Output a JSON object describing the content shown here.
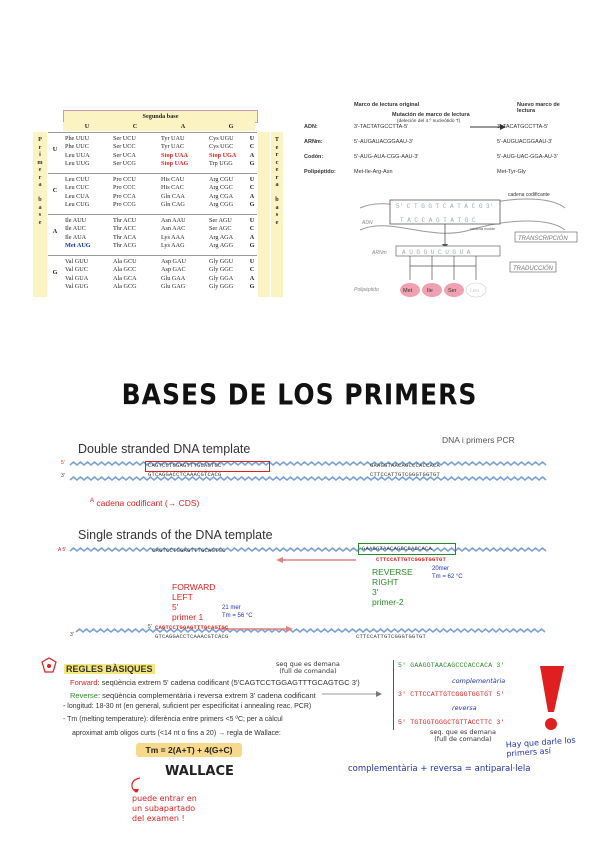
{
  "codon_table": {
    "header": "Segunda base",
    "columns": [
      "U",
      "C",
      "A",
      "G"
    ],
    "first_base_label": "Primera base",
    "third_base_label": "Tercera base",
    "row_labels": [
      "U",
      "C",
      "A",
      "G"
    ],
    "third_bases": [
      "U",
      "C",
      "A",
      "G"
    ],
    "blocks": [
      [
        [
          "Phe UUU",
          "Phe UUC",
          "Leu UUA",
          "Leu UUG"
        ],
        [
          "Ser UCU",
          "Ser UCC",
          "Ser UCA",
          "Ser UCG"
        ],
        [
          "Tyr UAU",
          "Tyr UAC",
          "Stop UAA",
          "Stop UAG"
        ],
        [
          "Cys UGU",
          "Cys UGC",
          "Stop UGA",
          "Trp UGG"
        ]
      ],
      [
        [
          "Leu CUU",
          "Leu CUC",
          "Leu CUA",
          "Leu CUG"
        ],
        [
          "Pro CCU",
          "Pro CCC",
          "Pro CCA",
          "Pro CCG"
        ],
        [
          "His CAU",
          "His CAC",
          "Gln CAA",
          "Gln CAG"
        ],
        [
          "Arg CGU",
          "Arg CGC",
          "Arg CGA",
          "Arg CGG"
        ]
      ],
      [
        [
          "Ile AUU",
          "Ile AUC",
          "Ile AUA",
          "Met AUG"
        ],
        [
          "Thr ACU",
          "Thr ACC",
          "Thr ACA",
          "Thr ACG"
        ],
        [
          "Asn AAU",
          "Asn AAC",
          "Lys AAA",
          "Lys AAG"
        ],
        [
          "Ser AGU",
          "Ser AGC",
          "Arg AGA",
          "Arg AGG"
        ]
      ],
      [
        [
          "Val GUU",
          "Val GUC",
          "Val GUA",
          "Val GUG"
        ],
        [
          "Ala GCU",
          "Ala GCC",
          "Ala GCA",
          "Ala GCG"
        ],
        [
          "Asp GAU",
          "Asp GAC",
          "Glu GAA",
          "Glu GAG"
        ],
        [
          "Gly GGU",
          "Gly GGC",
          "Gly GGA",
          "Gly GGG"
        ]
      ]
    ]
  },
  "reading_frame": {
    "original": "Marco de lectura original",
    "mutation": "Mutación de marco de lectura",
    "mutation_sub": "(deleción del 4.º nucleótido T)",
    "new": "Nuevo marco de lectura",
    "rows": [
      {
        "label": "ADN:",
        "a": "3'-TACTATGCCTTA-5'",
        "b": "3'-TACATGCCTTA-5'"
      },
      {
        "label": "ARNm:",
        "a": "5'-AUGAUACGGAAU-3'",
        "b": "5'-AUGUACGGAAU-3'"
      },
      {
        "label": "Codón:",
        "a": "5'-AUG-AUA-CGG-AAU-3'",
        "b": "5'-AUG-UAC-GGA-AU-3'"
      },
      {
        "label": "Polipéptido:",
        "a": "Met-Ile-Arg-Asn",
        "b": "Met-Tyr-Gly"
      }
    ]
  },
  "transcription_diagram": {
    "top_strand": "5' C T G G T C A T A C G 3'",
    "bottom_strand": "T A C C A G T A T G C",
    "cadena_codificante": "cadena codificante",
    "adn": "ADN",
    "arnm": "ARNm",
    "cadena_molde": "cadena molde",
    "transcripcion": "TRANSCRIPCIÓN",
    "traduccion": "TRADUCCIÓN",
    "mrna": "A U G G U C U G U A",
    "polipeptido": "Polipéptido",
    "aa": [
      "Met",
      "Ile",
      "Ser",
      "Leu"
    ]
  },
  "title": "BASES DE LOS PRIMERS",
  "note_top_right": "DNA i primers PCR",
  "double": {
    "heading": "Double stranded DNA template",
    "top": "CAGTCCTGGAGTTTGCAGTGC",
    "bottom": "GTCAGGACCTCAAACGTCACG",
    "top_right": "GAAGGTAACAGCCCACCACA",
    "bottom_right": "CTTCCATTGTCGGGTGGTGT",
    "five": "5'",
    "three": "3'",
    "annot": "cadena codificant (→ CDS)",
    "annot_mark": "A"
  },
  "single": {
    "heading": "Single strands of the DNA template",
    "top": "CAGTCCTGGAGTTTGCAGTGC",
    "top_right": "GAAGGTAACAGCCCACCACA",
    "primer2": "CTTCCATTGTCGGGTGGTGT",
    "reverse": [
      "REVERSE",
      "RIGHT",
      "3'",
      "primer-2"
    ],
    "reverse_spec": [
      "20mer",
      "Tm = 62 °C"
    ],
    "forward": [
      "FORWARD",
      "LEFT",
      "5'",
      "primer 1"
    ],
    "forward_spec": [
      "21 mer",
      "Tm = 56 °C"
    ],
    "primer1": "CAGTCCTGGAGTTTGCAGTGC",
    "bottom": "GTCAGGACCTCAAACGTCACG",
    "bottom_right": "CTTCCATTGTCGGGTGGTGT",
    "five": "5'",
    "three": "3'",
    "top_mark": "A 5'"
  },
  "rules": {
    "heading": "REGLES BÀSIQUES",
    "note": "seq que es demana\n(full de comanda)",
    "forward": {
      "k": "Forward",
      "v": ": seqüència extrem 5' cadena codificant (5'CAGTCCTGGAGTTTGCAGTGC 3')"
    },
    "reverse": {
      "k": "Reverse",
      "v": ": seqüència complementària i reversa extrem 3' cadena codificant"
    },
    "longitud": "- longitud: 18-30 nt (en general, suficient per especificitat i annealing reac. PCR)",
    "tm": "- Tm (melting temperature): diferència entre primers <5 ºC; per a càlcul",
    "tm2": "aproximat amb oligos curts (<14 nt o fins a 20) → regla de Wallace:",
    "formula": "Tm = 2(A+T) + 4(G+C)",
    "wallace": "WALLACE",
    "exam": "puede entrar en\nun subapartado\ndel examen !"
  },
  "right_panel": {
    "s1": "5' GAAGGTAACAGCCCACCACA 3'",
    "l1": "complementària",
    "s2": "3' CTTCCATTGTCGGGTGGTGT 5'",
    "l2": "reversa",
    "s3": "5' TGTGGTGGGCTGTTACCTTC 3'",
    "l3": "seq. que es demana\n(full de comanda)",
    "exclaim": "Hay que darle los\nprimers así",
    "eq": "complementària + reversa = antiparal·lela"
  },
  "colors": {
    "red": "#e02020",
    "green": "#2a8a2a",
    "blue": "#2030b0",
    "wave": "#7aa0d0",
    "yellow": "#fbf3c2",
    "pink": "#f0a0b0"
  }
}
